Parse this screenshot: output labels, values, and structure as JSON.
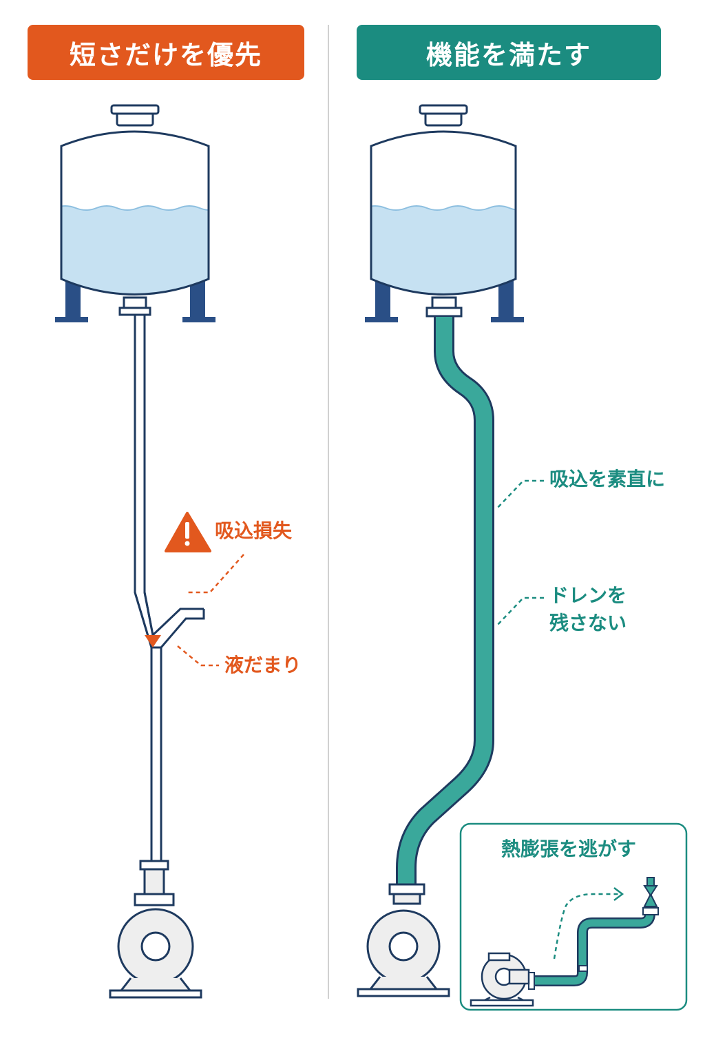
{
  "headers": {
    "left": "短さだけを優先",
    "right": "機能を満たす"
  },
  "left_labels": {
    "warning": "吸込損失",
    "pocket": "液だまり"
  },
  "right_labels": {
    "straight": "吸込を素直に",
    "drain_line1": "ドレンを",
    "drain_line2": "残さない",
    "thermal": "熱膨張を逃がす"
  },
  "icons": [
    "warning-icon",
    "arrow-icon",
    "relief-valve-icon"
  ],
  "colors": {
    "orange": "#e2581e",
    "teal": "#1b8c80",
    "navy": "#1e3a5f",
    "water": "#c6e1f2",
    "divider": "#cccccc"
  }
}
